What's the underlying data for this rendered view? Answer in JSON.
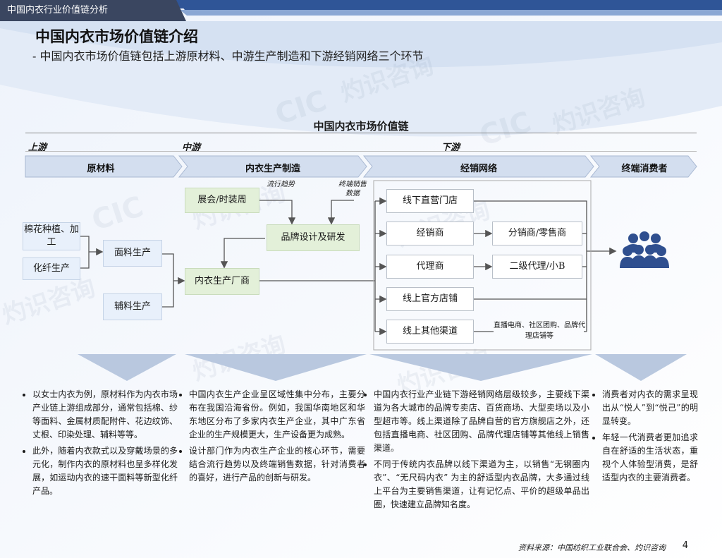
{
  "header": {
    "tag": "中国内衣行业价值链分析"
  },
  "title": "中国内衣市场价值链介绍",
  "subtitle": "- 中国内衣市场价值链包括上游原材料、中游生产制造和下游经销网络三个环节",
  "chart_title": "中国内衣市场价值链",
  "stages": {
    "upstream": "上游",
    "midstream": "中游",
    "downstream": "下游"
  },
  "chevrons": [
    "原材料",
    "内衣生产制造",
    "经销网络",
    "终端消费者"
  ],
  "nodes": {
    "cotton": "棉花种植、加工",
    "fiber": "化纤生产",
    "fabric": "面料生产",
    "accessory": "辅料生产",
    "fair": "展会/时装周",
    "design": "品牌设计及研发",
    "factory": "内衣生产厂商",
    "store": "线下直营门店",
    "distributor": "经销商",
    "agent": "代理商",
    "online_official": "线上官方店铺",
    "online_other": "线上其他渠道",
    "sub_retail": "分销商/零售商",
    "second_agent": "二级代理/小B",
    "other_channels": "直播电商、社区团购、品牌代理店铺等"
  },
  "notes": {
    "trend": "流行趋势",
    "sales_data": "终端销售数据"
  },
  "descriptions": {
    "upstream": [
      "以女士内衣为例，原材料作为内衣市场产业链上游组成部分，通常包括棉、纱等面料、金属材质配附件、花边纹饰、丈根、印染处理、辅料等等。",
      "此外，随着内衣款式以及穿戴场景的多元化，制作内衣的原材料也呈多样化发展，如运动内衣的速干面料等新型化纤产品。"
    ],
    "midstream": [
      "中国内衣生产企业呈区域性集中分布，主要分布在我国沿海省份。例如，我国华南地区和华东地区分布了多家内衣生产企业，其中广东省企业的生产规模更大，生产设备更为成熟。",
      "设计部门作为内衣生产企业的核心环节，需要结合流行趋势以及终端销售数据，针对消费者的喜好，进行产品的创新与研发。"
    ],
    "downstream": [
      "中国内衣行业产业链下游经销网络层级较多，主要线下渠道为各大城市的品牌专卖店、百货商场、大型卖场以及小型超市等。线上渠道除了品牌自营的官方旗舰店之外，还包括直播电商、社区团购、品牌代理店铺等其他线上销售渠道。",
      "不同于传统内衣品牌以线下渠道为主，以销售“无钢圈内衣”、“无尺码内衣” 为主的舒适型内衣品牌，大多通过线上平台为主要销售渠道，让有记忆点、平价的超级单品出圈，快速建立品牌知名度。"
    ],
    "consumer": [
      "消费者对内衣的需求呈现出从“悦人”到“悦己”的明显转变。",
      "年轻一代消费者更加追求自在舒适的生活状态，重视个人体验型消费，是舒适型内衣的主要消费者。"
    ]
  },
  "footer": {
    "source": "资料来源：中国纺织工业联合会、灼识咨询",
    "page": "4"
  },
  "watermark": {
    "brand": "灼识咨询",
    "logo": "CIC"
  },
  "colors": {
    "accent": "#2f5597",
    "dark": "#3a4660",
    "chevron": "#dce6f4",
    "green": "#e3f0d9"
  }
}
